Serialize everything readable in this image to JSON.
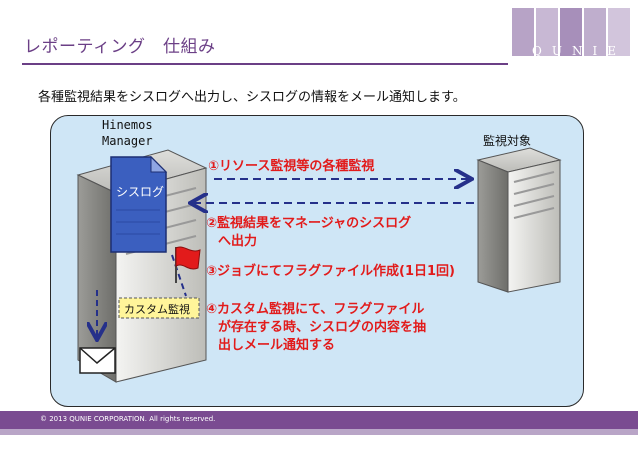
{
  "header": {
    "title": "レポーティング　仕組み",
    "logo_text": "QUNIE"
  },
  "subtitle": "各種監視結果をシスログへ出力し、シスログの情報をメール通知します。",
  "diagram": {
    "manager_label_line1": "Hinemos",
    "manager_label_line2": "Manager",
    "target_label": "監視対象",
    "syslog_label": "シスログ",
    "custom_monitor_label": "カスタム監視",
    "step1": "①リソース監視等の各種監視",
    "step2_line1": "②監視結果をマネージャのシスログ",
    "step2_line2": "へ出力",
    "step3": "③ジョブにてフラグファイル作成(1日1回)",
    "step4_line1": "④カスタム監視にて、フラグファイル",
    "step4_line2": "が存在する時、シスログの内容を抽",
    "step4_line3": "出しメール通知する"
  },
  "footer": {
    "copyright": "© 2013  QUNIE CORPORATION. All rights reserved."
  },
  "colors": {
    "brand_purple": "#7a4b91",
    "panel_blue": "#cfe6f6",
    "step_red": "#e21b1b",
    "arrow_navy": "#25308a",
    "syslog_doc": "#3b5fbf",
    "custom_box": "#fff59a"
  }
}
